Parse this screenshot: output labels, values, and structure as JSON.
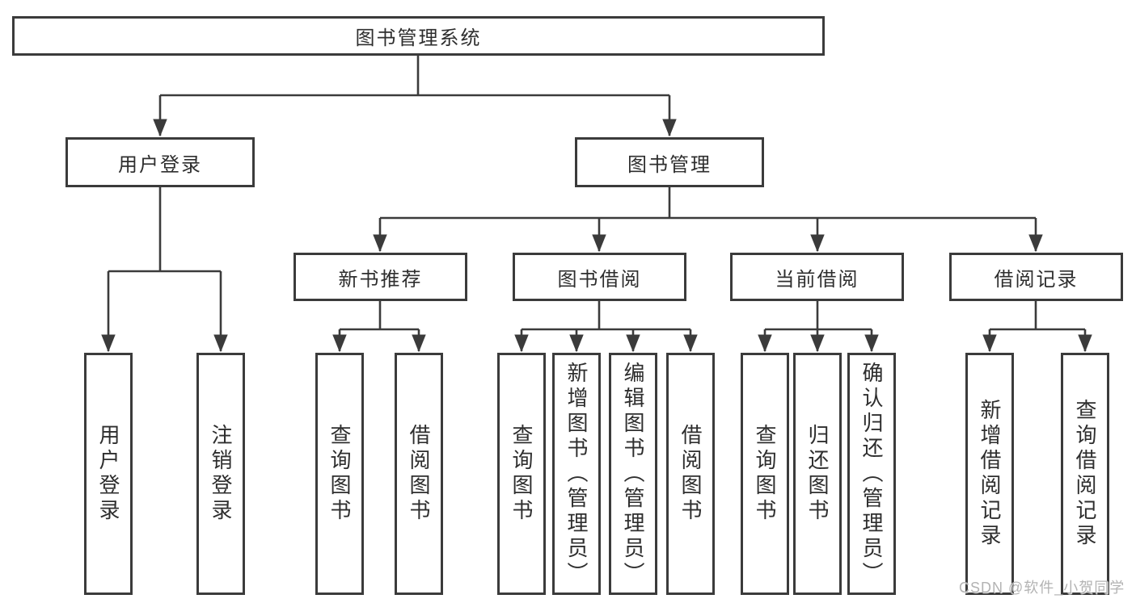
{
  "diagram_title": "图书管理系统",
  "colors": {
    "line": "#3b3b3b",
    "box_border": "#3b3b3b",
    "text": "#2e2e2e",
    "watermark": "#b3b3b3",
    "background": "#ffffff"
  },
  "watermark": {
    "text": "CSDN @软件_小贺同学"
  },
  "tree": {
    "root": {
      "label": "图书管理系统"
    },
    "branches": [
      {
        "label": "用户登录",
        "children": [
          {
            "label": "用户登录"
          },
          {
            "label": "注销登录"
          }
        ]
      },
      {
        "label": "图书管理",
        "children": [
          {
            "label": "新书推荐",
            "children": [
              {
                "label": "查询图书"
              },
              {
                "label": "借阅图书"
              }
            ]
          },
          {
            "label": "图书借阅",
            "children": [
              {
                "label": "查询图书"
              },
              {
                "label": "新增图书（管理员）"
              },
              {
                "label": "编辑图书（管理员）"
              },
              {
                "label": "借阅图书"
              }
            ]
          },
          {
            "label": "当前借阅",
            "children": [
              {
                "label": "查询图书"
              },
              {
                "label": "归还图书"
              },
              {
                "label": "确认归还（管理员）"
              }
            ]
          },
          {
            "label": "借阅记录",
            "children": [
              {
                "label": "新增借阅记录"
              },
              {
                "label": "查询借阅记录"
              }
            ]
          }
        ]
      }
    ]
  }
}
